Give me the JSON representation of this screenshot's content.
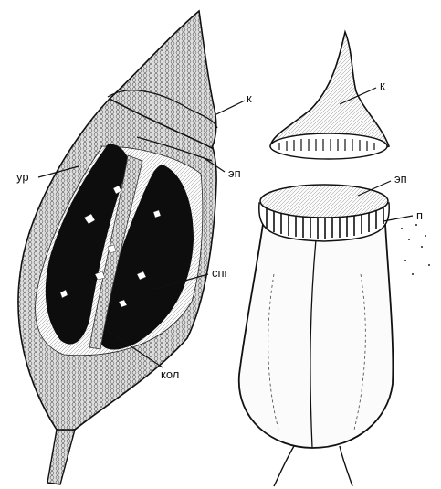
{
  "figure": {
    "left_specimen": {
      "labels": {
        "cap": "к",
        "epiphragm": "эп",
        "urn": "ур",
        "sporogenous": "спг",
        "columella": "кол"
      }
    },
    "right_specimen": {
      "labels": {
        "cap": "к",
        "epiphragm": "эп",
        "peristome": "п"
      }
    }
  },
  "colors": {
    "ink": "#111111",
    "paper": "#ffffff",
    "tissue": "#cfcfcf",
    "spore_mass": "#0d0d0d"
  }
}
